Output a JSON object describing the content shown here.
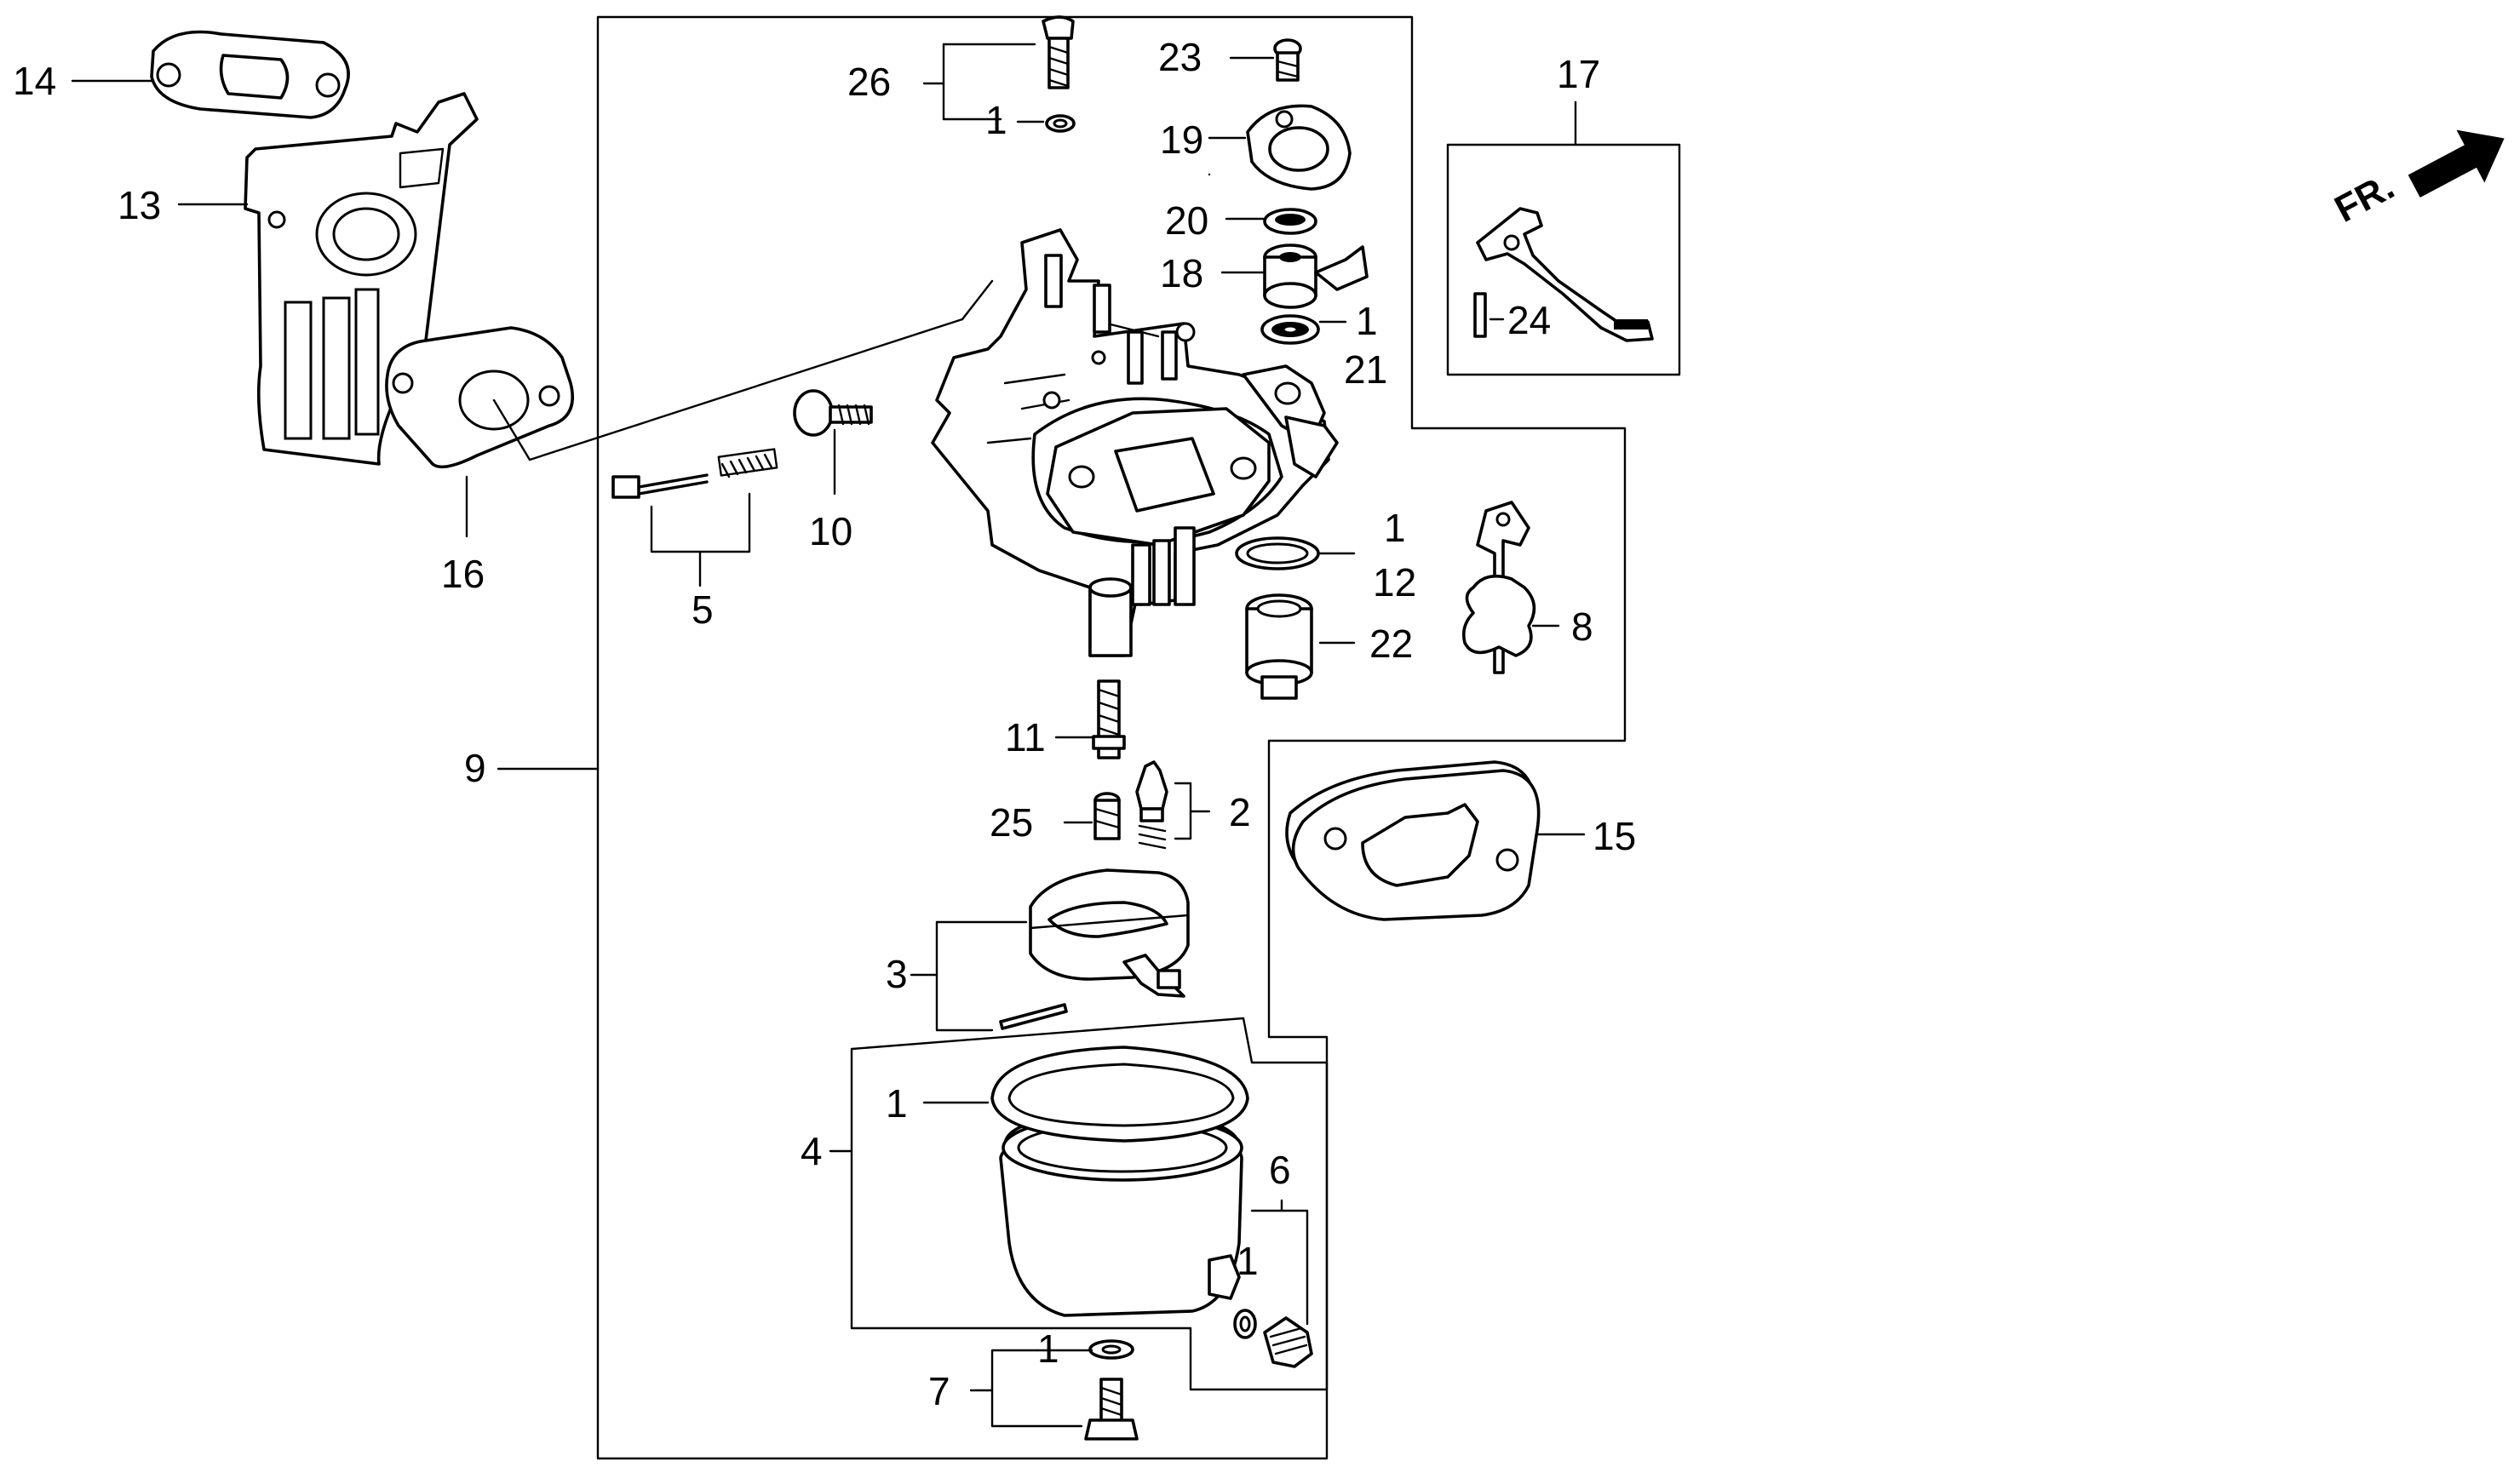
{
  "callouts": {
    "c1a": "1",
    "c1b": "1",
    "c1c": "1",
    "c1d": "1",
    "c1e": "1",
    "c1f": "1",
    "c2": "2",
    "c3": "3",
    "c4": "4",
    "c5": "5",
    "c6": "6",
    "c7": "7",
    "c8": "8",
    "c9": "9",
    "c10": "10",
    "c11": "11",
    "c12": "12",
    "c13": "13",
    "c14": "14",
    "c15": "15",
    "c16": "16",
    "c17": "17",
    "c18": "18",
    "c19": "19",
    "c20": "20",
    "c21": "21",
    "c22": "22",
    "c23": "23",
    "c24": "24",
    "c25": "25",
    "c26": "26"
  },
  "direction_marker": "FR."
}
